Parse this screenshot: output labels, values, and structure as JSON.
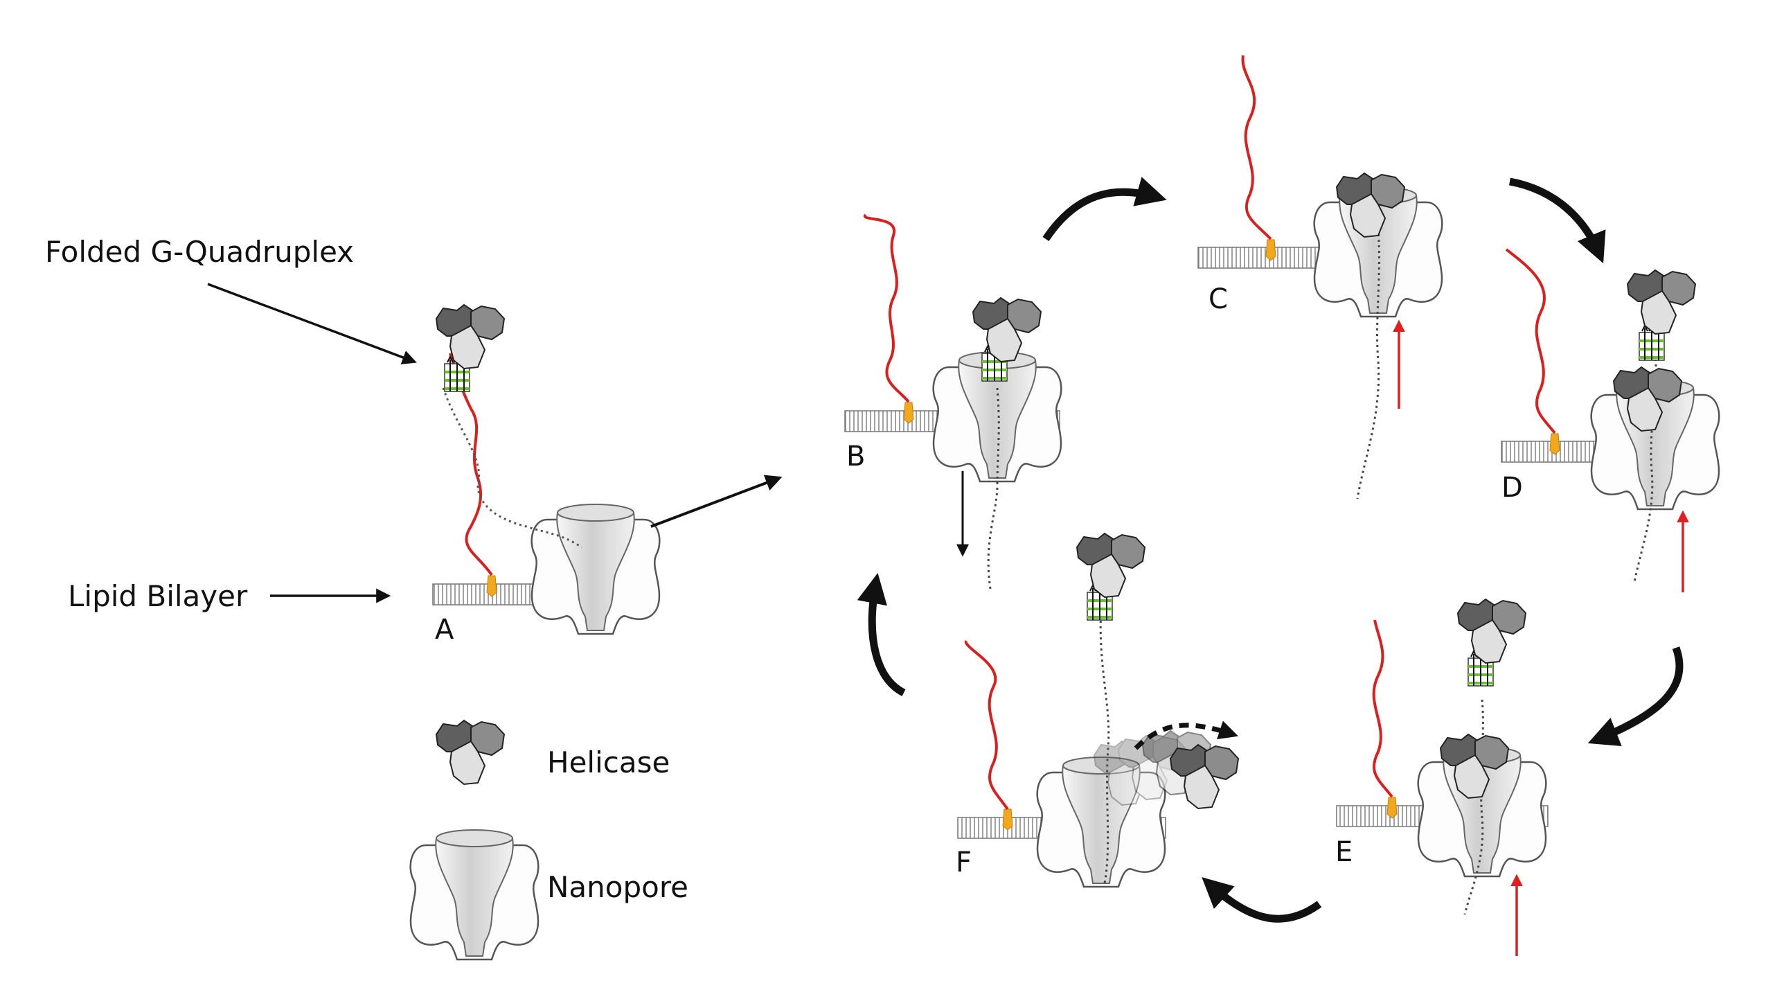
{
  "annotations": {
    "g_quadruplex": "Folded G-Quadruplex",
    "lipid_bilayer": "Lipid Bilayer"
  },
  "panels": {
    "a": "A",
    "b": "B",
    "c": "C",
    "d": "D",
    "e": "E",
    "f": "F"
  },
  "legend": {
    "helicase": "Helicase",
    "nanopore": "Nanopore"
  },
  "colors": {
    "dna_red": "#d9201f",
    "dna_dark": "#333333",
    "quadruplex_green": "#6cbf2a",
    "tether_orange": "#f2a81d",
    "arrow_black": "#111111",
    "arrow_red": "#e02020",
    "helicase_dark": "#5f5f5f",
    "helicase_mid": "#8c8c8c",
    "helicase_light": "#dcdcdc",
    "pore_fill": "#e8e8e8"
  }
}
